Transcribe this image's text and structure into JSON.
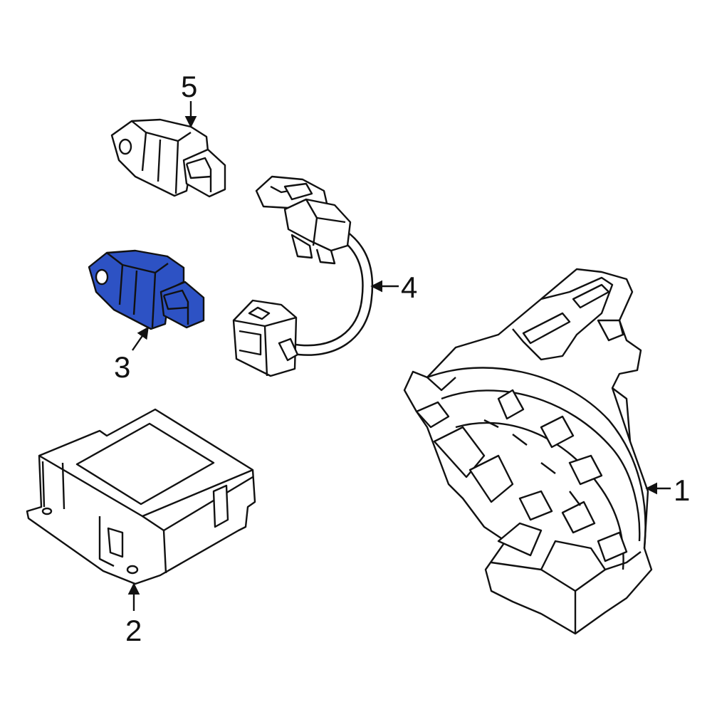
{
  "colors": {
    "background": "#ffffff",
    "line": "#111111",
    "highlight": "#2d52c4"
  },
  "callouts": [
    {
      "id": "1",
      "text": "1",
      "part": "clock-spring"
    },
    {
      "id": "2",
      "text": "2",
      "part": "airbag-control-module"
    },
    {
      "id": "3",
      "text": "3",
      "part": "impact-sensor-highlighted"
    },
    {
      "id": "4",
      "text": "4",
      "part": "wiring-harness"
    },
    {
      "id": "5",
      "text": "5",
      "part": "impact-sensor"
    }
  ]
}
